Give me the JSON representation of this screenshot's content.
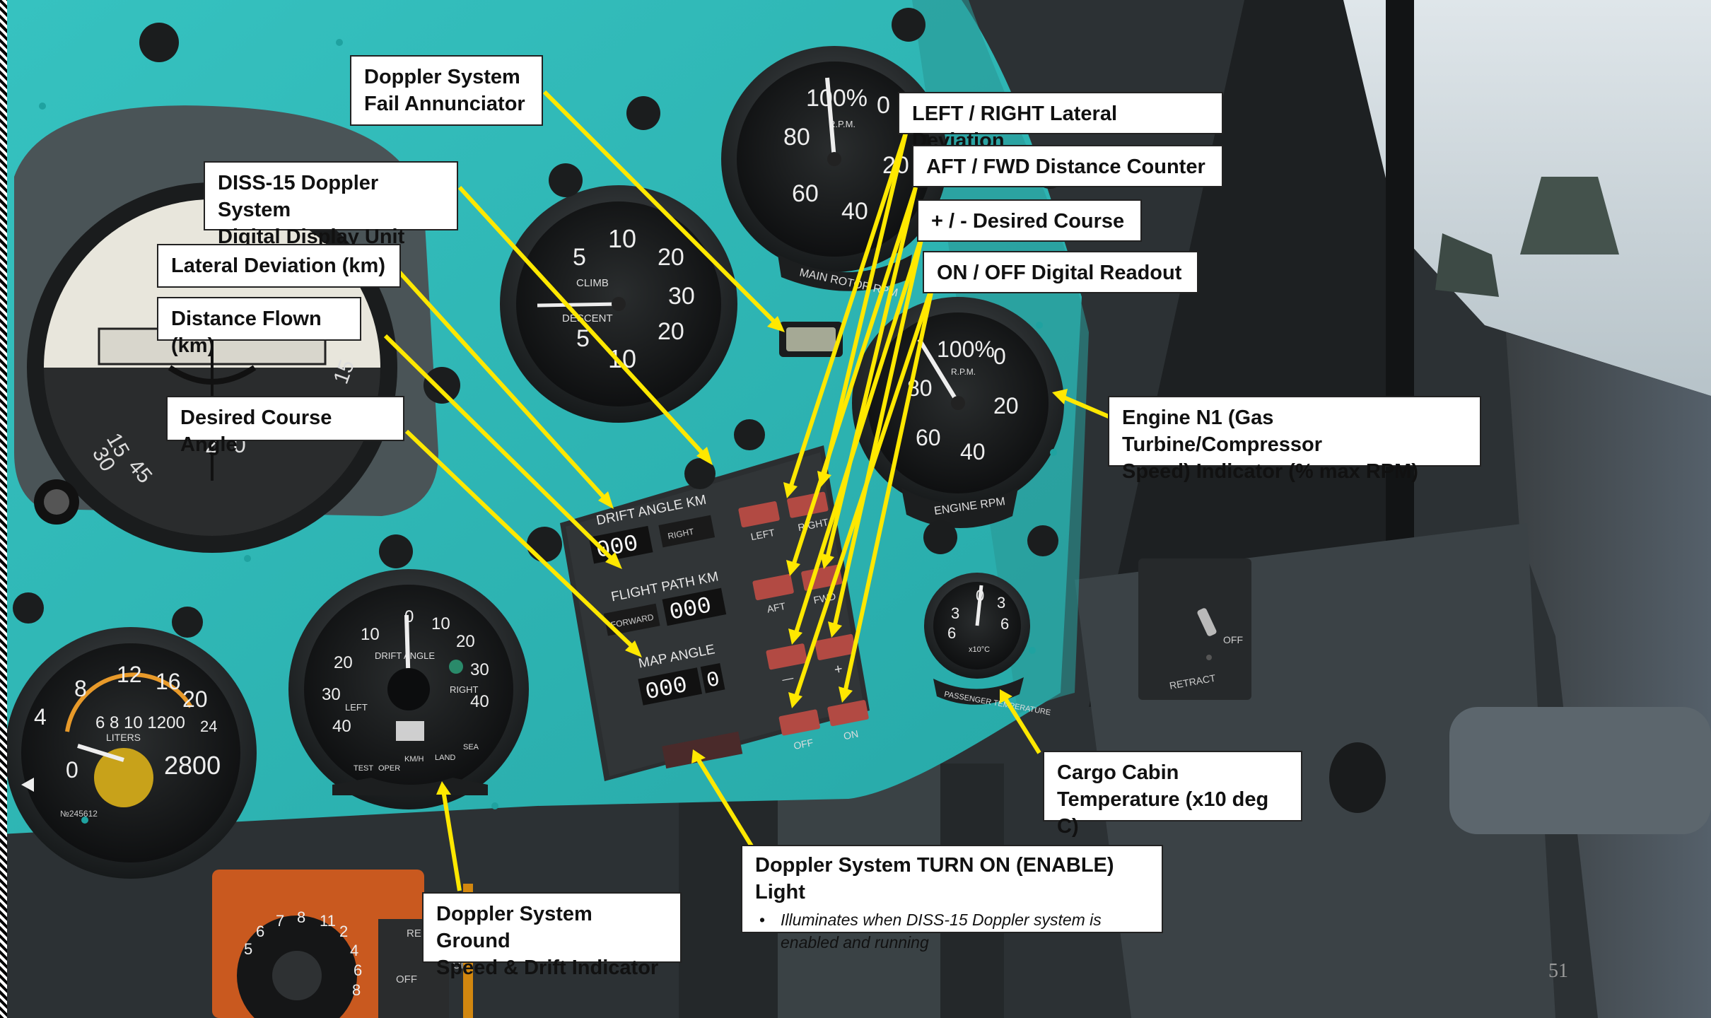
{
  "callouts": {
    "doppler_fail": [
      "Doppler System",
      "Fail Annunciator"
    ],
    "diss15_unit": [
      "DISS-15 Doppler System",
      "Digital Display Unit"
    ],
    "lateral_deviation": "Lateral Deviation (km)",
    "distance_flown": "Distance Flown (km)",
    "desired_course_angle": "Desired Course Angle",
    "left_right": "LEFT / RIGHT Lateral Deviation",
    "aft_fwd": "AFT / FWD Distance Counter",
    "plus_minus": "+ / - Desired Course",
    "on_off": "ON / OFF Digital Readout",
    "engine_n1": [
      "Engine N1 (Gas Turbine/Compressor",
      "Speed) Indicator (% max RPM)"
    ],
    "cargo_temp": [
      "Cargo Cabin",
      "Temperature (x10 deg C)"
    ],
    "turn_on_light": {
      "title": "Doppler System TURN ON (ENABLE) Light",
      "bullet": [
        "Illuminates when DISS-15 Doppler system is",
        "enabled and running"
      ]
    },
    "ground_speed": [
      "Doppler System Ground",
      "Speed & Drift Indicator"
    ]
  },
  "display_unit": {
    "drift_label": "DRIFT ANGLE KM",
    "flight_path_label": "FLIGHT PATH KM",
    "map_angle_label": "MAP ANGLE",
    "drift_counter": "000",
    "path_counter": "000",
    "map_counter": "000",
    "map_counter_tenths": "0",
    "right_flag": "RIGHT",
    "forward_flag": "FORWARD",
    "btn_left": "LEFT",
    "btn_right": "RIGHT",
    "btn_aft": "AFT",
    "btn_fwd": "FWD",
    "btn_minus": "—",
    "btn_plus": "+",
    "btn_off": "OFF",
    "btn_on": "ON"
  },
  "gauges": {
    "main_rotor": {
      "ticks": [
        "100%",
        "80",
        "60",
        "40",
        "20",
        "0"
      ],
      "unit": "R.P.M.",
      "plate": "MAIN ROTOR RPM"
    },
    "engine_rpm": {
      "ticks": [
        "100%",
        "80",
        "60",
        "40",
        "20",
        "0"
      ],
      "unit": "R.P.M.",
      "plate": "ENGINE RPM"
    },
    "vsi": {
      "ticks": [
        "10",
        "5",
        "20",
        "30",
        "20",
        "5",
        "10"
      ],
      "climb": "CLIMB",
      "descent": "DESCENT"
    },
    "fuel": {
      "ticks": [
        "8",
        "12",
        "16",
        "20",
        "24",
        "4",
        "0"
      ],
      "inner": "6 8 10 1200",
      "liters": "LITERS",
      "big": "2800",
      "serial": "№245612"
    },
    "drift": {
      "ticks": [
        "10",
        "0",
        "10",
        "20",
        "20",
        "30",
        "30",
        "40",
        "40"
      ],
      "title": "DRIFT ANGLE",
      "left": "LEFT",
      "right": "RIGHT",
      "test": "TEST",
      "oper": "OPER",
      "kmh": "KM/H",
      "land": "LAND",
      "sea": "SEA"
    },
    "temp": {
      "ticks": [
        "0",
        "3",
        "6",
        "3",
        "6"
      ],
      "unit": "x10°C",
      "plate": "PASSENGER TEMPERATURE"
    },
    "attitude": {
      "ticks": [
        "15",
        "30",
        "45",
        "2",
        "0",
        "15"
      ]
    },
    "switch_off": "OFF",
    "switch_retract": "RETRACT",
    "rotary_ticks": [
      "5",
      "6",
      "7",
      "8",
      "11",
      "2",
      "4",
      "6",
      "8"
    ],
    "rotary_off": "OFF",
    "rotary_on": "ON",
    "rotary_re": "RE"
  },
  "colors": {
    "panel": "#2fb8b6",
    "arrow": "#ffe800",
    "callout_bg": "#ffffff"
  },
  "page_number": "51"
}
